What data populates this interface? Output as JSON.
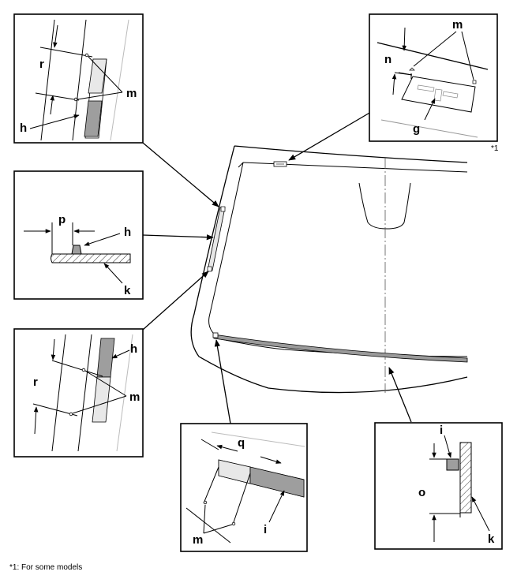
{
  "labels": {
    "g": "g",
    "h": "h",
    "i": "i",
    "k": "k",
    "m": "m",
    "n": "n",
    "o": "o",
    "p": "p",
    "q": "q",
    "r": "r"
  },
  "note_marker": "*1",
  "footnote": "*1: For some models"
}
